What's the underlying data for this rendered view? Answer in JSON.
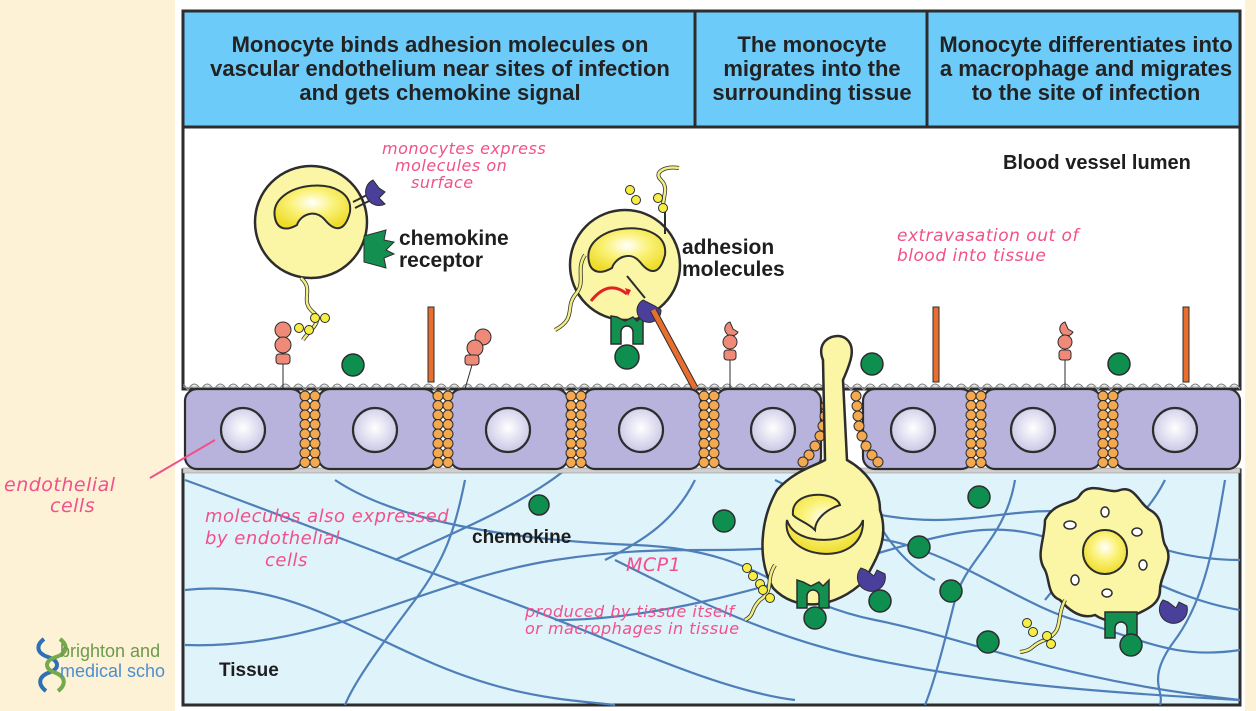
{
  "header": {
    "panels": [
      {
        "text": "Monocyte binds adhesion molecules on vascular endothelium near sites of infection and gets chemokine signal"
      },
      {
        "text": "The monocyte migrates into the surrounding tissue"
      },
      {
        "text": "Monocyte differentiates into a macrophage and migrates to the site of infection"
      }
    ],
    "color": "#6dcbfa"
  },
  "labels": {
    "lumen": "Blood vessel lumen",
    "chemokine_receptor_1": "chemokine",
    "chemokine_receptor_2": "receptor",
    "adhesion_1": "adhesion",
    "adhesion_2": "molecules",
    "chemokine": "chemokine",
    "tissue": "Tissue"
  },
  "annotations": {
    "monocytes_express": [
      "monocytes express",
      "molecules on",
      "surface"
    ],
    "extravasation": [
      "extravasation out of",
      "blood into tissue"
    ],
    "endothelial": [
      "endothelial",
      "cells"
    ],
    "molecules_also": [
      "molecules also expressed",
      "by endothelial",
      "cells"
    ],
    "mcp": "MCP1",
    "produced_by": [
      "produced by tissue itself",
      "or macrophages in tissue"
    ],
    "color": "#f2508a"
  },
  "logo": {
    "line1": "brighton and",
    "line2": "medical scho"
  },
  "colors": {
    "page_bg": "#fdf1d6",
    "lumen_bg": "#ffffff",
    "tissue_bg": "#dff3fb",
    "endothelium": "#b7b3dc",
    "monocyte": "#fbf6a6",
    "nucleus": "#f7ee5a",
    "chemokine": "#0e8f4f",
    "receptor_green": "#13904f",
    "adhesion_blue": "#4b3f9c",
    "selectin_salmon": "#f08a78",
    "integrin_orange": "#e86e2e",
    "junction_orange": "#f4a950",
    "fiber_blue": "#4e7fb8"
  }
}
